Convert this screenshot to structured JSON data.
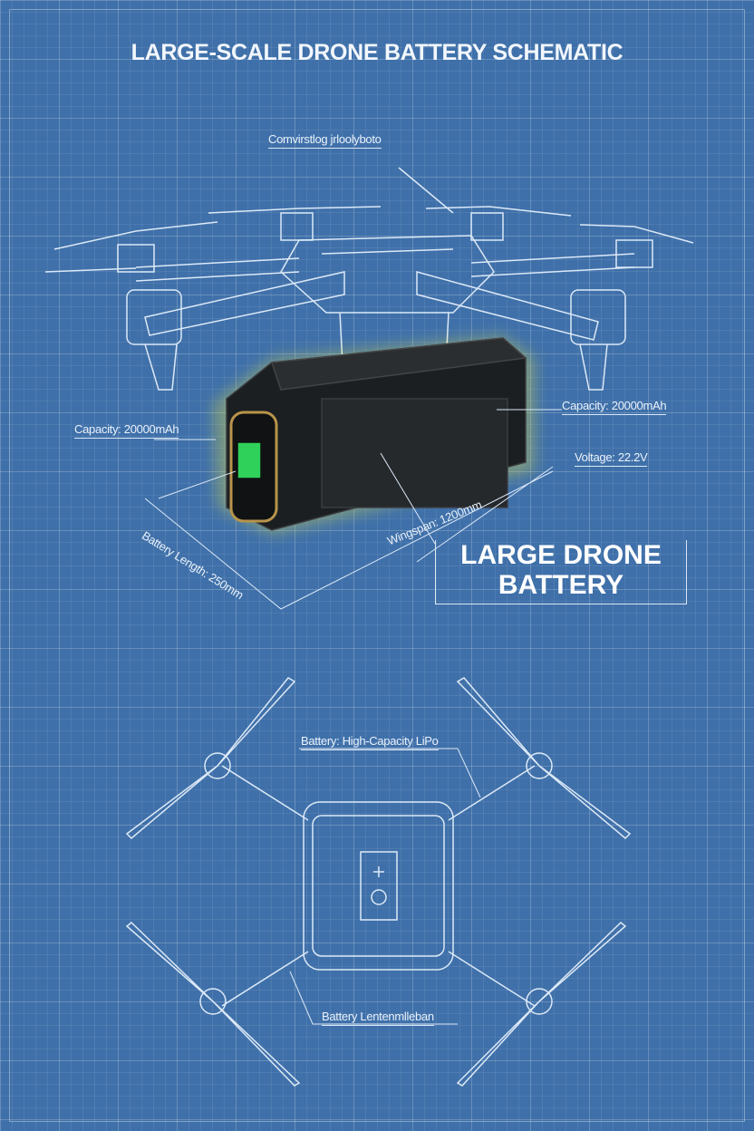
{
  "title": "LARGE-SCALE DRONE BATTERY SCHEMATIC",
  "labels": {
    "top_callout": "Comvirstlog jrloolyboto",
    "capacity_right": "Capacity: 20000mAh",
    "capacity_left": "Capacity: 20000mAh",
    "voltage": "Voltage: 22.2V",
    "wingspan": "Wingspan: 1200mm",
    "battery_length": "Battery Length: 250mm",
    "battery_type": "Battery: High-Capacity LiPo",
    "bottom_callout": "Battery Lentenmlleban"
  },
  "banner": {
    "line1": "LARGE DRONE",
    "line2": "BATTERY"
  },
  "battery_screen_color": "#2fd15a",
  "glow_color": "#e8e43a"
}
